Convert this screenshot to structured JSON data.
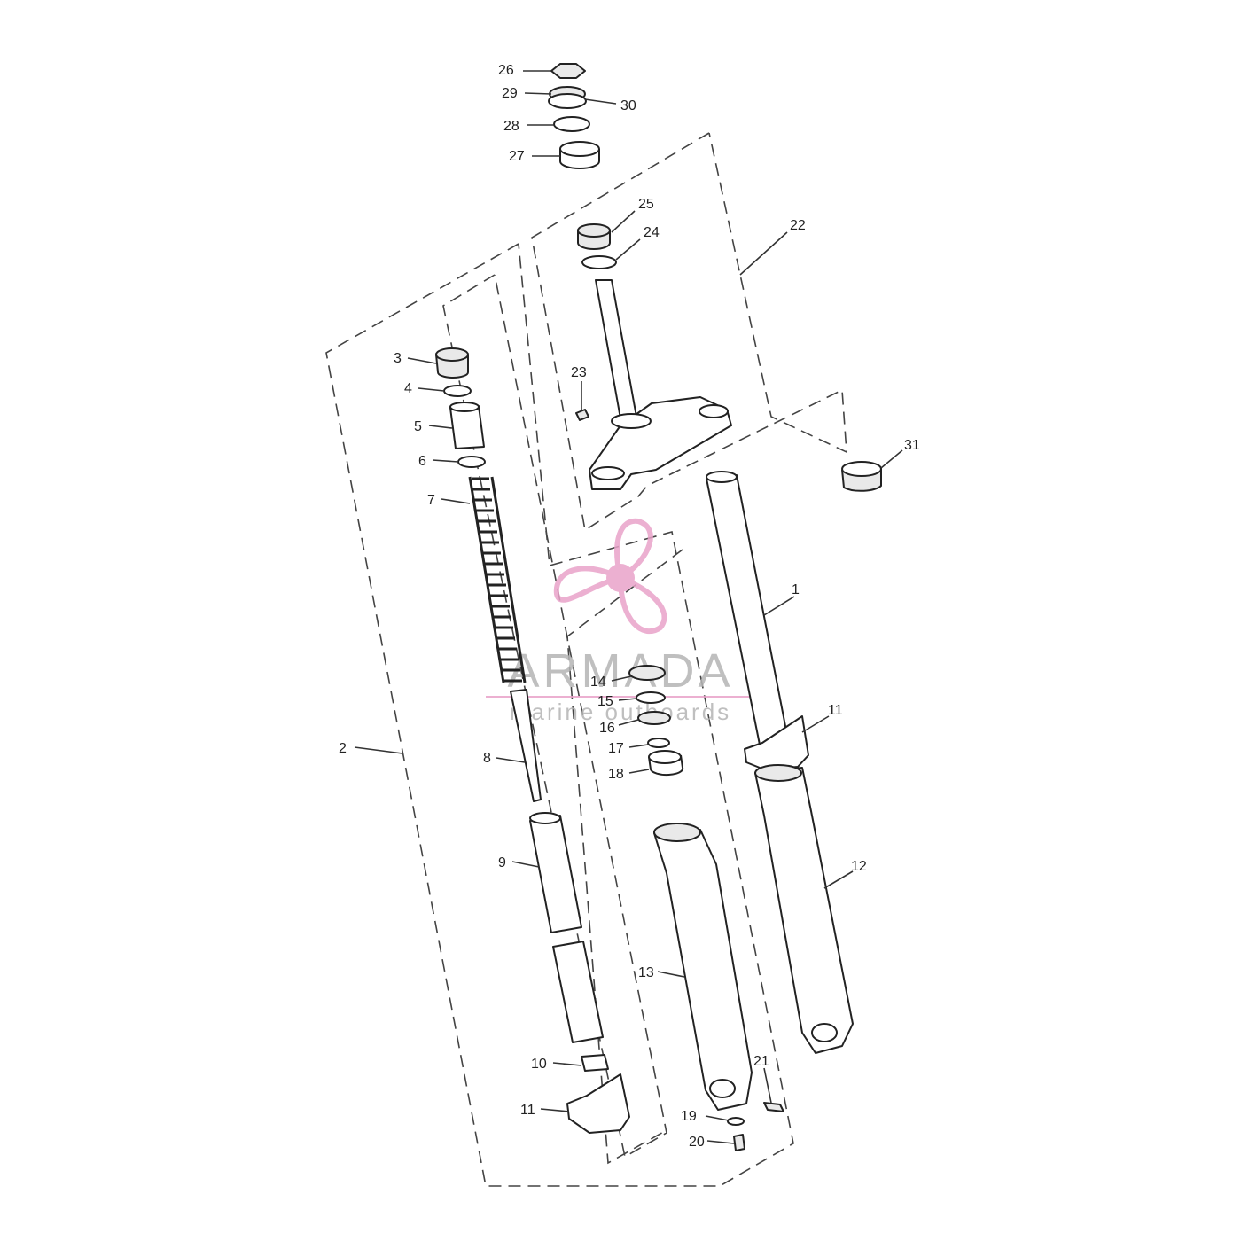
{
  "labels": {
    "l1": "1",
    "l2": "2",
    "l3": "3",
    "l4": "4",
    "l5": "5",
    "l6": "6",
    "l7": "7",
    "l8": "8",
    "l9": "9",
    "l10": "10",
    "l11a": "11",
    "l11b": "11",
    "l12": "12",
    "l13": "13",
    "l14": "14",
    "l15": "15",
    "l16": "16",
    "l17": "17",
    "l18": "18",
    "l19": "19",
    "l20": "20",
    "l21": "21",
    "l22": "22",
    "l23": "23",
    "l24": "24",
    "l25": "25",
    "l26": "26",
    "l27": "27",
    "l28": "28",
    "l29": "29",
    "l30": "30",
    "l31": "31"
  },
  "watermark": {
    "brand": "ARMADA",
    "tagline": "marine outboards",
    "color": "#e9a3c9"
  }
}
